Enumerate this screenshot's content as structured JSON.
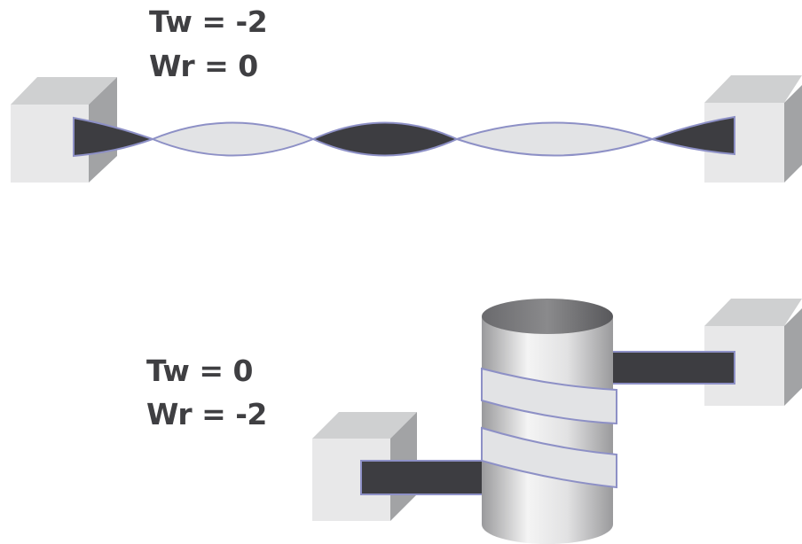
{
  "top_state": {
    "twist": "Tw = -2",
    "writhe": "Wr = 0"
  },
  "bottom_state": {
    "twist": "Tw = 0",
    "writhe": "Wr = -2"
  },
  "colors": {
    "block_front": "#e8e8e9",
    "block_top": "#cfd0d1",
    "block_side": "#a2a3a5",
    "ribbon_dark": "#3d3d41",
    "ribbon_light": "#e2e3e5",
    "ribbon_edge": "#8d90c6",
    "cylinder_light": "#f2f2f2",
    "cylinder_dark": "#9a9a9c"
  }
}
